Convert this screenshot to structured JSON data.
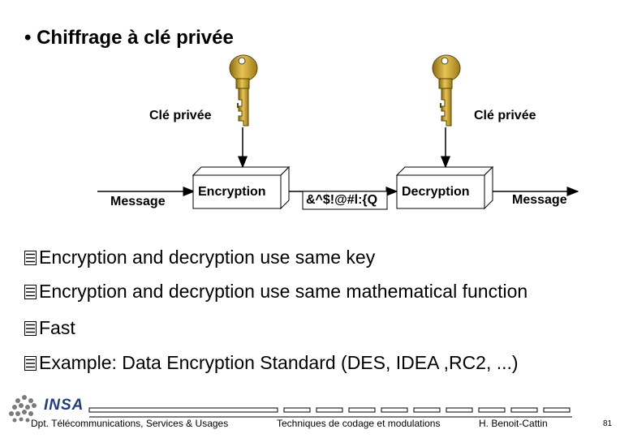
{
  "slide": {
    "title": "• Chiffrage à clé privée",
    "page_number": "81"
  },
  "diagram": {
    "key_label_left": "Clé privée",
    "key_label_right": "Clé privée",
    "input_label": "Message",
    "encryption_label": "Encryption",
    "ciphertext_label": "&^$!@#l:{Q",
    "decryption_label": "Decryption",
    "output_label": "Message",
    "key_color": "#C9A227"
  },
  "bullets": [
    "Encryption and decryption use same key",
    "Encryption and decryption use same mathematical function",
    "Fast",
    "Example: Data Encryption Standard (DES, IDEA ,RC2, ...)"
  ],
  "footer": {
    "logo_text": "INSA",
    "department": "Dpt. Télécommunications, Services & Usages",
    "course": "Techniques de codage et modulations",
    "author": "H. Benoit-Cattin"
  }
}
